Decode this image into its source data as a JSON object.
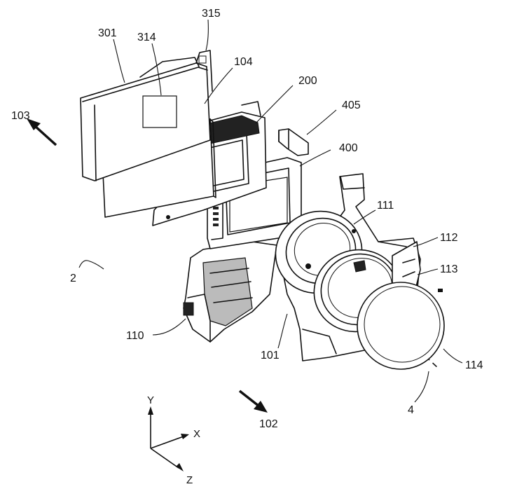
{
  "labels": {
    "l301": "301",
    "l314": "314",
    "l315": "315",
    "l104": "104",
    "l200": "200",
    "l405": "405",
    "l400": "400",
    "l103": "103",
    "l111": "111",
    "l112": "112",
    "l113": "113",
    "l2": "2",
    "l110": "110",
    "l101": "101",
    "l114": "114",
    "l4": "4",
    "l102": "102"
  },
  "axes": {
    "y": "Y",
    "x": "X",
    "z": "Z"
  }
}
